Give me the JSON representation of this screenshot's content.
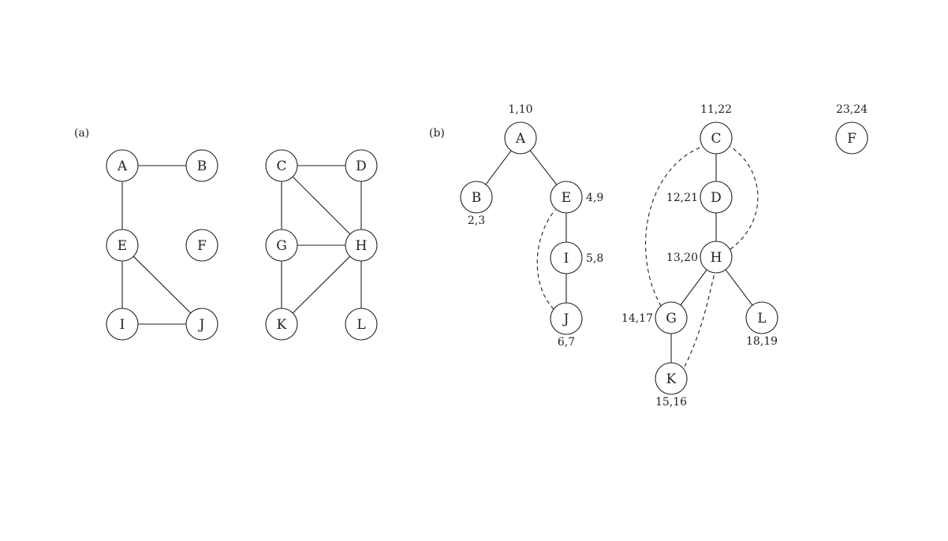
{
  "panel_a": {
    "label": "(a)",
    "nodes": [
      "A",
      "B",
      "C",
      "D",
      "E",
      "F",
      "G",
      "H",
      "I",
      "J",
      "K",
      "L"
    ],
    "edges": [
      [
        "A",
        "B"
      ],
      [
        "A",
        "E"
      ],
      [
        "E",
        "I"
      ],
      [
        "E",
        "J"
      ],
      [
        "I",
        "J"
      ],
      [
        "C",
        "D"
      ],
      [
        "C",
        "G"
      ],
      [
        "C",
        "H"
      ],
      [
        "D",
        "H"
      ],
      [
        "G",
        "H"
      ],
      [
        "G",
        "K"
      ],
      [
        "H",
        "K"
      ],
      [
        "H",
        "L"
      ]
    ]
  },
  "panel_b": {
    "label": "(b)",
    "nodes": [
      {
        "id": "A",
        "times": "1,10"
      },
      {
        "id": "B",
        "times": "2,3"
      },
      {
        "id": "E",
        "times": "4,9"
      },
      {
        "id": "I",
        "times": "5,8"
      },
      {
        "id": "J",
        "times": "6,7"
      },
      {
        "id": "C",
        "times": "11,22"
      },
      {
        "id": "D",
        "times": "12,21"
      },
      {
        "id": "H",
        "times": "13,20"
      },
      {
        "id": "G",
        "times": "14,17"
      },
      {
        "id": "K",
        "times": "15,16"
      },
      {
        "id": "L",
        "times": "18,19"
      },
      {
        "id": "F",
        "times": "23,24"
      }
    ],
    "tree_edges": [
      [
        "A",
        "B"
      ],
      [
        "A",
        "E"
      ],
      [
        "E",
        "I"
      ],
      [
        "I",
        "J"
      ],
      [
        "C",
        "D"
      ],
      [
        "D",
        "H"
      ],
      [
        "H",
        "G"
      ],
      [
        "G",
        "K"
      ],
      [
        "H",
        "L"
      ]
    ],
    "back_edges": [
      [
        "J",
        "E"
      ],
      [
        "G",
        "C"
      ],
      [
        "H",
        "C"
      ],
      [
        "K",
        "H"
      ]
    ]
  },
  "colors": {
    "stroke": "#222222",
    "fill": "#ffffff"
  }
}
